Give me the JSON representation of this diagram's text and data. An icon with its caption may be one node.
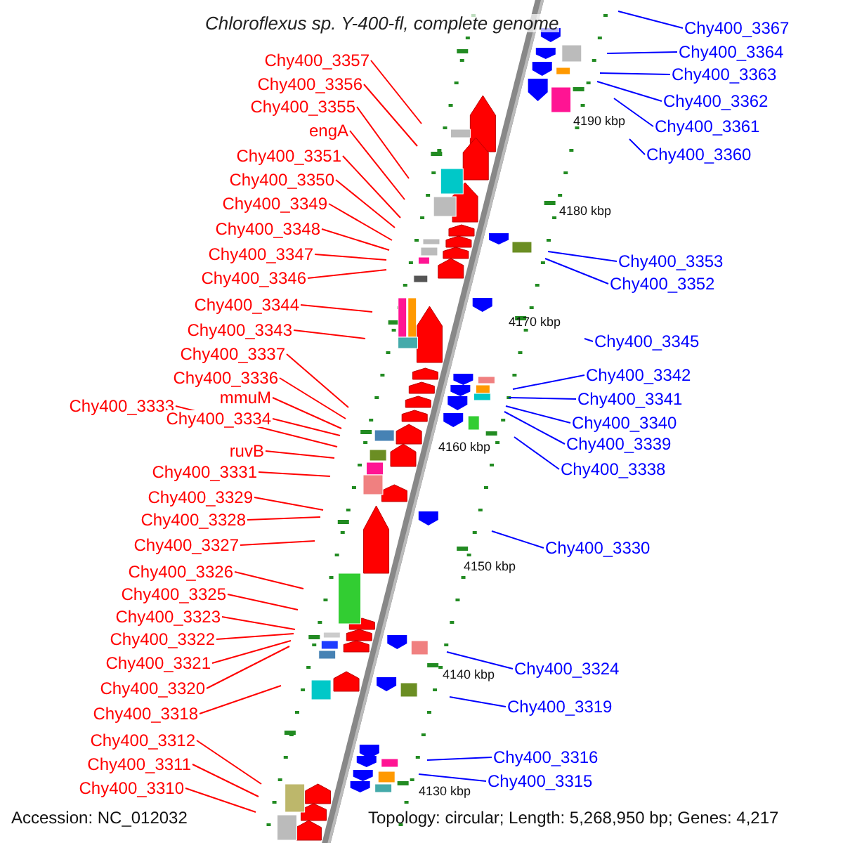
{
  "diagram": {
    "title": "Chloroflexus sp. Y-400-fl, complete genome",
    "nodes": [
      {
        "text": [
          "Chy400_3357"
        ]
      },
      {
        "text": [
          "Chy400_3356"
        ]
      },
      {
        "text": [
          "Chy400_3355"
        ]
      },
      {
        "text": [
          "engA"
        ]
      },
      {
        "text": [
          "Chy400_3351"
        ]
      },
      {
        "text": [
          "Chy400_3350"
        ]
      },
      {
        "text": [
          "Chy400_3349"
        ]
      },
      {
        "text": [
          "Chy400_3348"
        ]
      },
      {
        "text": [
          "Chy400_3347"
        ]
      },
      {
        "text": [
          "Chy400_3346"
        ]
      },
      {
        "text": [
          "Chy400_3344"
        ]
      },
      {
        "text": [
          "Chy400_3343"
        ]
      },
      {
        "text": [
          "Chy400_3337"
        ]
      },
      {
        "text": [
          "Chy400_3336"
        ]
      },
      {
        "text": [
          "mmuM"
        ]
      },
      {
        "text": [
          "Chy400_3333"
        ]
      },
      {
        "text": [
          "Chy400_3334"
        ]
      },
      {
        "text": [
          "ruvB"
        ]
      },
      {
        "text": [
          "Chy400_3331"
        ]
      },
      {
        "text": [
          "Chy400_3329"
        ]
      },
      {
        "text": [
          "Chy400_3328"
        ]
      },
      {
        "text": [
          "Chy400_3327"
        ]
      },
      {
        "text": [
          "Chy400_3326"
        ]
      },
      {
        "text": [
          "Chy400_3325"
        ]
      },
      {
        "text": [
          "Chy400_3323"
        ]
      },
      {
        "text": [
          "Chy400_3322"
        ]
      },
      {
        "text": [
          "Chy400_3321"
        ]
      },
      {
        "text": [
          "Chy400_3320"
        ]
      },
      {
        "text": [
          "Chy400_3318"
        ]
      },
      {
        "text": [
          "Chy400_3312"
        ]
      },
      {
        "text": [
          "Chy400_3311"
        ]
      },
      {
        "text": [
          "Chy400_3310"
        ]
      },
      {
        "text": [
          "Chy400_3367"
        ]
      },
      {
        "text": [
          "Chy400_3364"
        ]
      },
      {
        "text": [
          "Chy400_3363"
        ]
      },
      {
        "text": [
          "Chy400_3362"
        ]
      },
      {
        "text": [
          "Chy400_3361"
        ]
      },
      {
        "text": [
          "Chy400_3360"
        ]
      },
      {
        "text": [
          "Chy400_3353"
        ]
      },
      {
        "text": [
          "Chy400_3352"
        ]
      },
      {
        "text": [
          "Chy400_3345"
        ]
      },
      {
        "text": [
          "Chy400_3342"
        ]
      },
      {
        "text": [
          "Chy400_3341"
        ]
      },
      {
        "text": [
          "Chy400_3340"
        ]
      },
      {
        "text": [
          "Chy400_3339"
        ]
      },
      {
        "text": [
          "Chy400_3338"
        ]
      },
      {
        "text": [
          "Chy400_3330"
        ]
      },
      {
        "text": [
          "Chy400_3324"
        ]
      },
      {
        "text": [
          "Chy400_3319"
        ]
      },
      {
        "text": [
          "Chy400_3316"
        ]
      },
      {
        "text": [
          "Chy400_3315"
        ]
      }
    ],
    "edges": [
      {
        "from": 0,
        "to": null,
        "arrow": "none"
      },
      {
        "from": 1,
        "to": null,
        "arrow": "none"
      },
      {
        "from": 2,
        "to": null,
        "arrow": "none"
      },
      {
        "from": 3,
        "to": null,
        "arrow": "none"
      },
      {
        "from": 4,
        "to": null,
        "arrow": "none"
      },
      {
        "from": 5,
        "to": null,
        "arrow": "none"
      },
      {
        "from": 6,
        "to": null,
        "arrow": "none"
      },
      {
        "from": 7,
        "to": null,
        "arrow": "none"
      },
      {
        "from": 8,
        "to": null,
        "arrow": "none"
      },
      {
        "from": 9,
        "to": null,
        "arrow": "none"
      },
      {
        "from": 10,
        "to": null,
        "arrow": "none"
      },
      {
        "from": 11,
        "to": null,
        "arrow": "none"
      },
      {
        "from": 12,
        "to": null,
        "arrow": "none"
      },
      {
        "from": 13,
        "to": null,
        "arrow": "none"
      },
      {
        "from": 14,
        "to": null,
        "arrow": "none"
      },
      {
        "from": 15,
        "to": null,
        "arrow": "none"
      },
      {
        "from": 16,
        "to": null,
        "arrow": "none"
      },
      {
        "from": 17,
        "to": null,
        "arrow": "none"
      },
      {
        "from": 18,
        "to": null,
        "arrow": "none"
      },
      {
        "from": 19,
        "to": null,
        "arrow": "none"
      },
      {
        "from": 20,
        "to": null,
        "arrow": "none"
      },
      {
        "from": 21,
        "to": null,
        "arrow": "none"
      },
      {
        "from": 22,
        "to": null,
        "arrow": "none"
      },
      {
        "from": 23,
        "to": null,
        "arrow": "none"
      },
      {
        "from": 24,
        "to": null,
        "arrow": "none"
      },
      {
        "from": 25,
        "to": null,
        "arrow": "none"
      },
      {
        "from": 26,
        "to": null,
        "arrow": "none"
      },
      {
        "from": 27,
        "to": null,
        "arrow": "none"
      },
      {
        "from": 28,
        "to": null,
        "arrow": "none"
      },
      {
        "from": 29,
        "to": null,
        "arrow": "none"
      },
      {
        "from": 30,
        "to": null,
        "arrow": "none"
      },
      {
        "from": 31,
        "to": null,
        "arrow": "none"
      },
      {
        "from": 32,
        "to": null,
        "arrow": "none",
        "color": "#0000ff"
      },
      {
        "from": 33,
        "to": null,
        "arrow": "none",
        "color": "#0000ff"
      },
      {
        "from": 34,
        "to": null,
        "arrow": "none",
        "color": "#0000ff"
      },
      {
        "from": 35,
        "to": null,
        "arrow": "none",
        "color": "#0000ff"
      },
      {
        "from": 36,
        "to": null,
        "arrow": "none",
        "color": "#0000ff"
      },
      {
        "from": 37,
        "to": null,
        "arrow": "none",
        "color": "#0000ff"
      },
      {
        "from": 38,
        "to": null,
        "arrow": "none",
        "color": "#0000ff"
      },
      {
        "from": 39,
        "to": null,
        "arrow": "none",
        "color": "#0000ff"
      },
      {
        "from": 40,
        "to": null,
        "arrow": "none",
        "color": "#0000ff"
      },
      {
        "from": 41,
        "to": null,
        "arrow": "none",
        "color": "#0000ff"
      },
      {
        "from": 42,
        "to": null,
        "arrow": "none",
        "color": "#0000ff"
      },
      {
        "from": 43,
        "to": null,
        "arrow": "none",
        "color": "#0000ff"
      },
      {
        "from": 44,
        "to": null,
        "arrow": "none",
        "color": "#0000ff"
      },
      {
        "from": 45,
        "to": null,
        "arrow": "none",
        "color": "#0000ff"
      },
      {
        "from": 46,
        "to": null,
        "arrow": "none",
        "color": "#0000ff"
      },
      {
        "from": 47,
        "to": null,
        "arrow": "none",
        "color": "#0000ff"
      },
      {
        "from": 48,
        "to": null,
        "arrow": "none",
        "color": "#0000ff"
      },
      {
        "from": 49,
        "to": null,
        "arrow": "none",
        "color": "#0000ff"
      },
      {
        "from": 50,
        "to": null,
        "arrow": "none",
        "color": "#0000ff"
      }
    ],
    "labels": [
      "4190 kbp",
      "4180 kbp",
      "4170 kbp",
      "4160 kbp",
      "4150 kbp",
      "4140 kbp",
      "4130 kbp",
      "Accession: NC_012032",
      "Topology: circular; Length: 5,268,950 bp; Genes: 4,217"
    ]
  }
}
